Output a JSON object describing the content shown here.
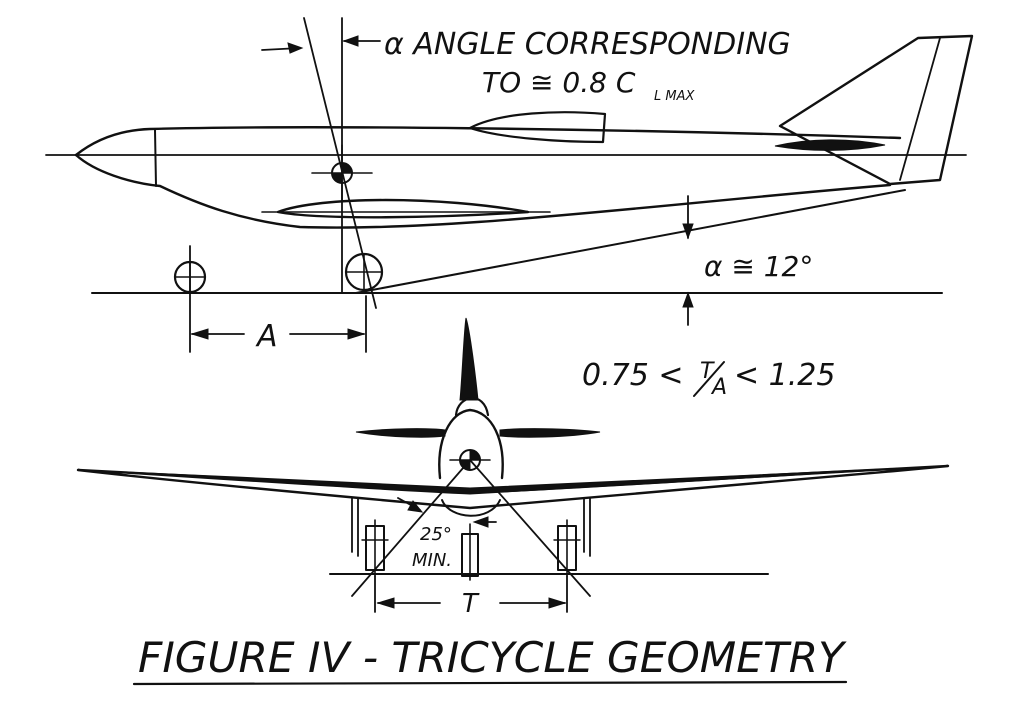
{
  "figure": {
    "title": "FIGURE IV - TRICYCLE GEOMETRY",
    "labels": {
      "alpha_note_line1": "α ANGLE CORRESPONDING",
      "alpha_note_line2": "TO ≅ 0.8 C",
      "cl_subscript": "L MAX",
      "attitude": "α ≅ 12°",
      "wheelbase": "A",
      "track": "T",
      "ratio_left": "0.75 <",
      "ratio_num": "T",
      "ratio_den": "A",
      "ratio_right": "< 1.25",
      "min_angle": "25°",
      "min_word": "MIN."
    }
  }
}
